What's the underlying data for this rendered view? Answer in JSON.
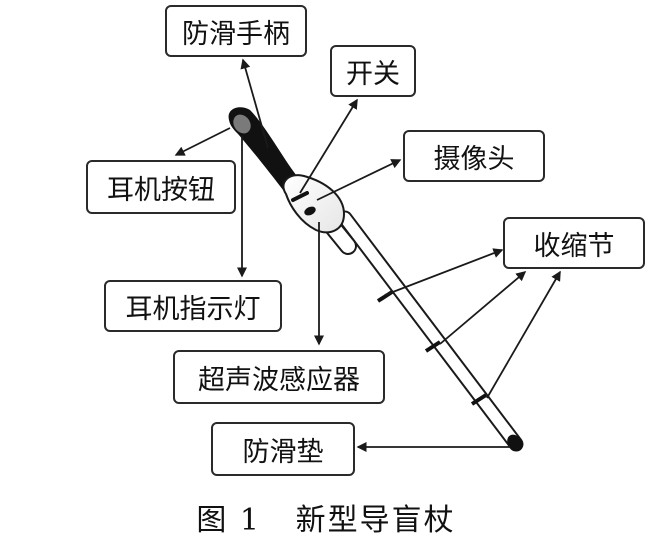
{
  "labels": {
    "anti_slip_handle": "防滑手柄",
    "switch": "开关",
    "earphone_button": "耳机按钮",
    "camera": "摄像头",
    "earphone_indicator": "耳机指示灯",
    "telescopic_section": "收缩节",
    "ultrasonic_sensor": "超声波感应器",
    "anti_slip_pad": "防滑垫"
  },
  "caption": "图 1   新型导盲杖",
  "colors": {
    "line": "#1a1a1a",
    "handle": "#111111",
    "box_border": "#2a2a2a"
  }
}
